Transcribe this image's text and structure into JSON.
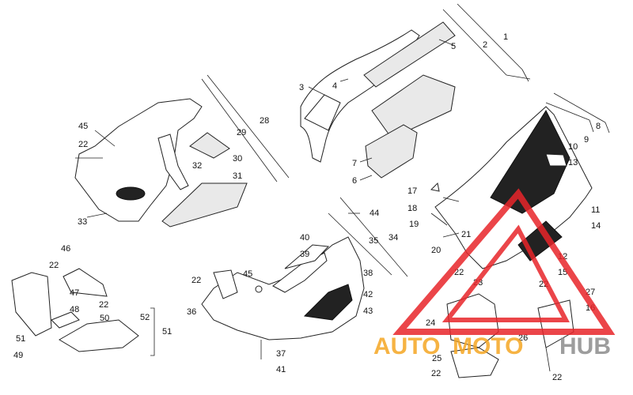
{
  "diagram": {
    "callouts": [
      {
        "id": "c1",
        "text": "1"
      },
      {
        "id": "c2",
        "text": "2"
      },
      {
        "id": "c3",
        "text": "3"
      },
      {
        "id": "c4",
        "text": "4"
      },
      {
        "id": "c5",
        "text": "5"
      },
      {
        "id": "c6",
        "text": "6"
      },
      {
        "id": "c7",
        "text": "7"
      },
      {
        "id": "c8",
        "text": "8"
      },
      {
        "id": "c9",
        "text": "9"
      },
      {
        "id": "c10",
        "text": "10"
      },
      {
        "id": "c11",
        "text": "11"
      },
      {
        "id": "c12",
        "text": "12"
      },
      {
        "id": "c13",
        "text": "13"
      },
      {
        "id": "c14",
        "text": "14"
      },
      {
        "id": "c15",
        "text": "15"
      },
      {
        "id": "c16",
        "text": "16"
      },
      {
        "id": "c17",
        "text": "17"
      },
      {
        "id": "c18",
        "text": "18"
      },
      {
        "id": "c19",
        "text": "19"
      },
      {
        "id": "c20",
        "text": "20"
      },
      {
        "id": "c21",
        "text": "21"
      },
      {
        "id": "c22a",
        "text": "22"
      },
      {
        "id": "c22b",
        "text": "22"
      },
      {
        "id": "c22c",
        "text": "22"
      },
      {
        "id": "c22d",
        "text": "22"
      },
      {
        "id": "c22e",
        "text": "22"
      },
      {
        "id": "c22f",
        "text": "22"
      },
      {
        "id": "c22g",
        "text": "22"
      },
      {
        "id": "c22h",
        "text": "22"
      },
      {
        "id": "c23",
        "text": "23"
      },
      {
        "id": "c24",
        "text": "24"
      },
      {
        "id": "c25",
        "text": "25"
      },
      {
        "id": "c26",
        "text": "26"
      },
      {
        "id": "c27",
        "text": "27"
      },
      {
        "id": "c28",
        "text": "28"
      },
      {
        "id": "c29",
        "text": "29"
      },
      {
        "id": "c30",
        "text": "30"
      },
      {
        "id": "c31",
        "text": "31"
      },
      {
        "id": "c32",
        "text": "32"
      },
      {
        "id": "c33",
        "text": "33"
      },
      {
        "id": "c34",
        "text": "34"
      },
      {
        "id": "c35",
        "text": "35"
      },
      {
        "id": "c36",
        "text": "36"
      },
      {
        "id": "c37",
        "text": "37"
      },
      {
        "id": "c38",
        "text": "38"
      },
      {
        "id": "c39",
        "text": "39"
      },
      {
        "id": "c40",
        "text": "40"
      },
      {
        "id": "c41",
        "text": "41"
      },
      {
        "id": "c42",
        "text": "42"
      },
      {
        "id": "c43",
        "text": "43"
      },
      {
        "id": "c44",
        "text": "44"
      },
      {
        "id": "c45a",
        "text": "45"
      },
      {
        "id": "c45b",
        "text": "45"
      },
      {
        "id": "c46",
        "text": "46"
      },
      {
        "id": "c47",
        "text": "47"
      },
      {
        "id": "c48",
        "text": "48"
      },
      {
        "id": "c49",
        "text": "49"
      },
      {
        "id": "c50",
        "text": "50"
      },
      {
        "id": "c51a",
        "text": "51"
      },
      {
        "id": "c51b",
        "text": "51"
      },
      {
        "id": "c52",
        "text": "52"
      }
    ]
  },
  "watermark": {
    "text_auto": "AUTO",
    "text_moto": "MOTO",
    "text_hub": "HUB",
    "color_orange": "#f5a623",
    "color_red": "#e8252a",
    "color_gray": "#8c8c8c"
  }
}
